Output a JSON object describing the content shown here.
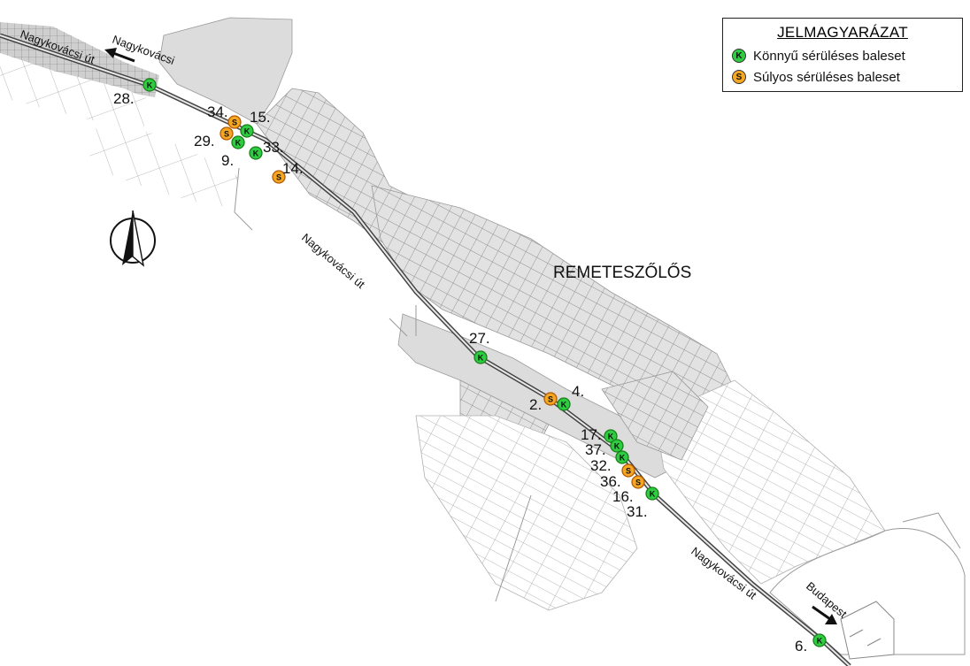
{
  "colors": {
    "light": "#2ecc40",
    "light_border": "#1a7f1a",
    "severe": "#f5a623",
    "severe_border": "#b35a00",
    "area_fill": "#dcdcdc",
    "parcel_line": "#8a8a8a",
    "road": "#555555"
  },
  "legend": {
    "title": "JELMAGYARÁZAT",
    "items": [
      {
        "type": "K",
        "label": "Könnyű sérüléses baleset",
        "color": "#2ecc40"
      },
      {
        "type": "S",
        "label": "Súlyos sérüléses baleset",
        "color": "#f5a623"
      }
    ]
  },
  "place_label": "REMETESZŐLŐS",
  "road_labels": [
    "Nagykovácsi út",
    "Nagykovácsi út",
    "Nagykovácsi út"
  ],
  "direction_labels": {
    "west": "Nagykovácsi",
    "east": "Budapest"
  },
  "markers": [
    {
      "id": "28.",
      "type": "K"
    },
    {
      "id": "34.",
      "type": "S"
    },
    {
      "id": "15.",
      "type": "K"
    },
    {
      "id": "29.",
      "type": "S"
    },
    {
      "id": "9.",
      "type": "K"
    },
    {
      "id": "33.",
      "type": "K"
    },
    {
      "id": "14.",
      "type": "S"
    },
    {
      "id": "27.",
      "type": "K"
    },
    {
      "id": "2.",
      "type": "S"
    },
    {
      "id": "4.",
      "type": "K"
    },
    {
      "id": "17.",
      "type": "K"
    },
    {
      "id": "37.",
      "type": "K"
    },
    {
      "id": "32.",
      "type": "K"
    },
    {
      "id": "36.",
      "type": "S"
    },
    {
      "id": "16.",
      "type": "S"
    },
    {
      "id": "31.",
      "type": "K"
    },
    {
      "id": "6.",
      "type": "K"
    }
  ]
}
